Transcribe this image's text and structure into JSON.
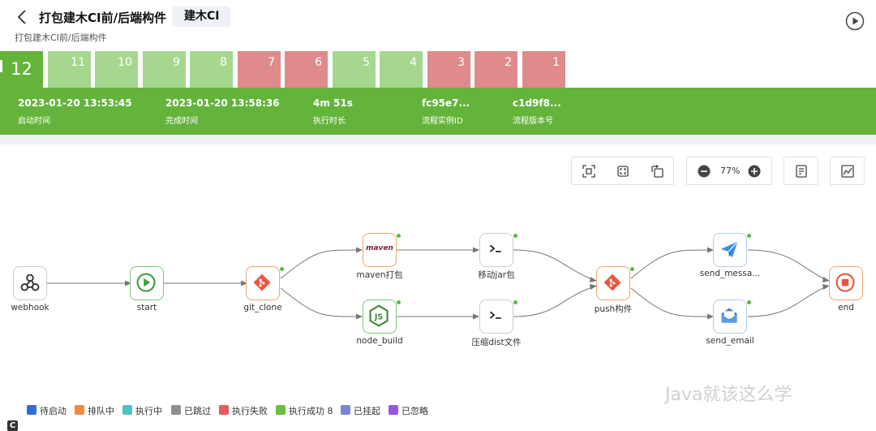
{
  "header": {
    "title": "打包建木CI前/后端构件",
    "tag": "建木CI",
    "subtitle": "打包建木CI前/后端构件"
  },
  "builds": [
    {
      "label": "12",
      "status": "success",
      "current": true
    },
    {
      "label": "11",
      "status": "success"
    },
    {
      "label": "10",
      "status": "success"
    },
    {
      "label": "9",
      "status": "success"
    },
    {
      "label": "8",
      "status": "success"
    },
    {
      "label": "7",
      "status": "failed"
    },
    {
      "label": "6",
      "status": "failed"
    },
    {
      "label": "5",
      "status": "success"
    },
    {
      "label": "4",
      "status": "success"
    },
    {
      "label": "3",
      "status": "failed"
    },
    {
      "label": "2",
      "status": "failed"
    },
    {
      "label": "1",
      "status": "failed"
    }
  ],
  "info": {
    "start": {
      "value": "2023-01-20 13:53:45",
      "label": "启动时间"
    },
    "end": {
      "value": "2023-01-20 13:58:36",
      "label": "完成时间"
    },
    "duration": {
      "value": "4m 51s",
      "label": "执行时长"
    },
    "instance": {
      "value": "fc95e7...",
      "label": "流程实例ID"
    },
    "version": {
      "value": "c1d9f8...",
      "label": "流程版本号"
    }
  },
  "toolbar": {
    "zoom": "77%"
  },
  "nodes": {
    "webhook": {
      "label": "webhook",
      "icon": "webhook-icon"
    },
    "start": {
      "label": "start",
      "icon": "play-icon"
    },
    "git_clone": {
      "label": "git_clone",
      "icon": "git-icon"
    },
    "maven": {
      "label": "maven打包",
      "icon": "maven-icon",
      "logo_text": "maven"
    },
    "node_build": {
      "label": "node_build",
      "icon": "nodejs-icon"
    },
    "move_jar": {
      "label": "移动jar包",
      "icon": "terminal-icon"
    },
    "zip_dist": {
      "label": "压缩dist文件",
      "icon": "terminal-icon"
    },
    "push": {
      "label": "push构件",
      "icon": "git-icon"
    },
    "send_message": {
      "label": "send_messa...",
      "icon": "paper-plane-icon"
    },
    "send_email": {
      "label": "send_email",
      "icon": "mail-icon"
    },
    "end": {
      "label": "end",
      "icon": "stop-icon"
    }
  },
  "legend": [
    {
      "label": "待启动",
      "color": "#2f6fd5"
    },
    {
      "label": "排队中",
      "color": "#f08a3c"
    },
    {
      "label": "执行中",
      "color": "#4ec3c6"
    },
    {
      "label": "已跳过",
      "color": "#8f8f8f"
    },
    {
      "label": "执行失败",
      "color": "#e65a5a"
    },
    {
      "label": "执行成功 8",
      "color": "#6abf40"
    },
    {
      "label": "已挂起",
      "color": "#7b85d6"
    },
    {
      "label": "已忽略",
      "color": "#9a55e6"
    }
  ],
  "colors": {
    "success": "#64b43b",
    "success_light": "#a5d78e",
    "failed": "#df8a8b"
  },
  "watermark": "Java就该这么学",
  "corner_logo": "C"
}
